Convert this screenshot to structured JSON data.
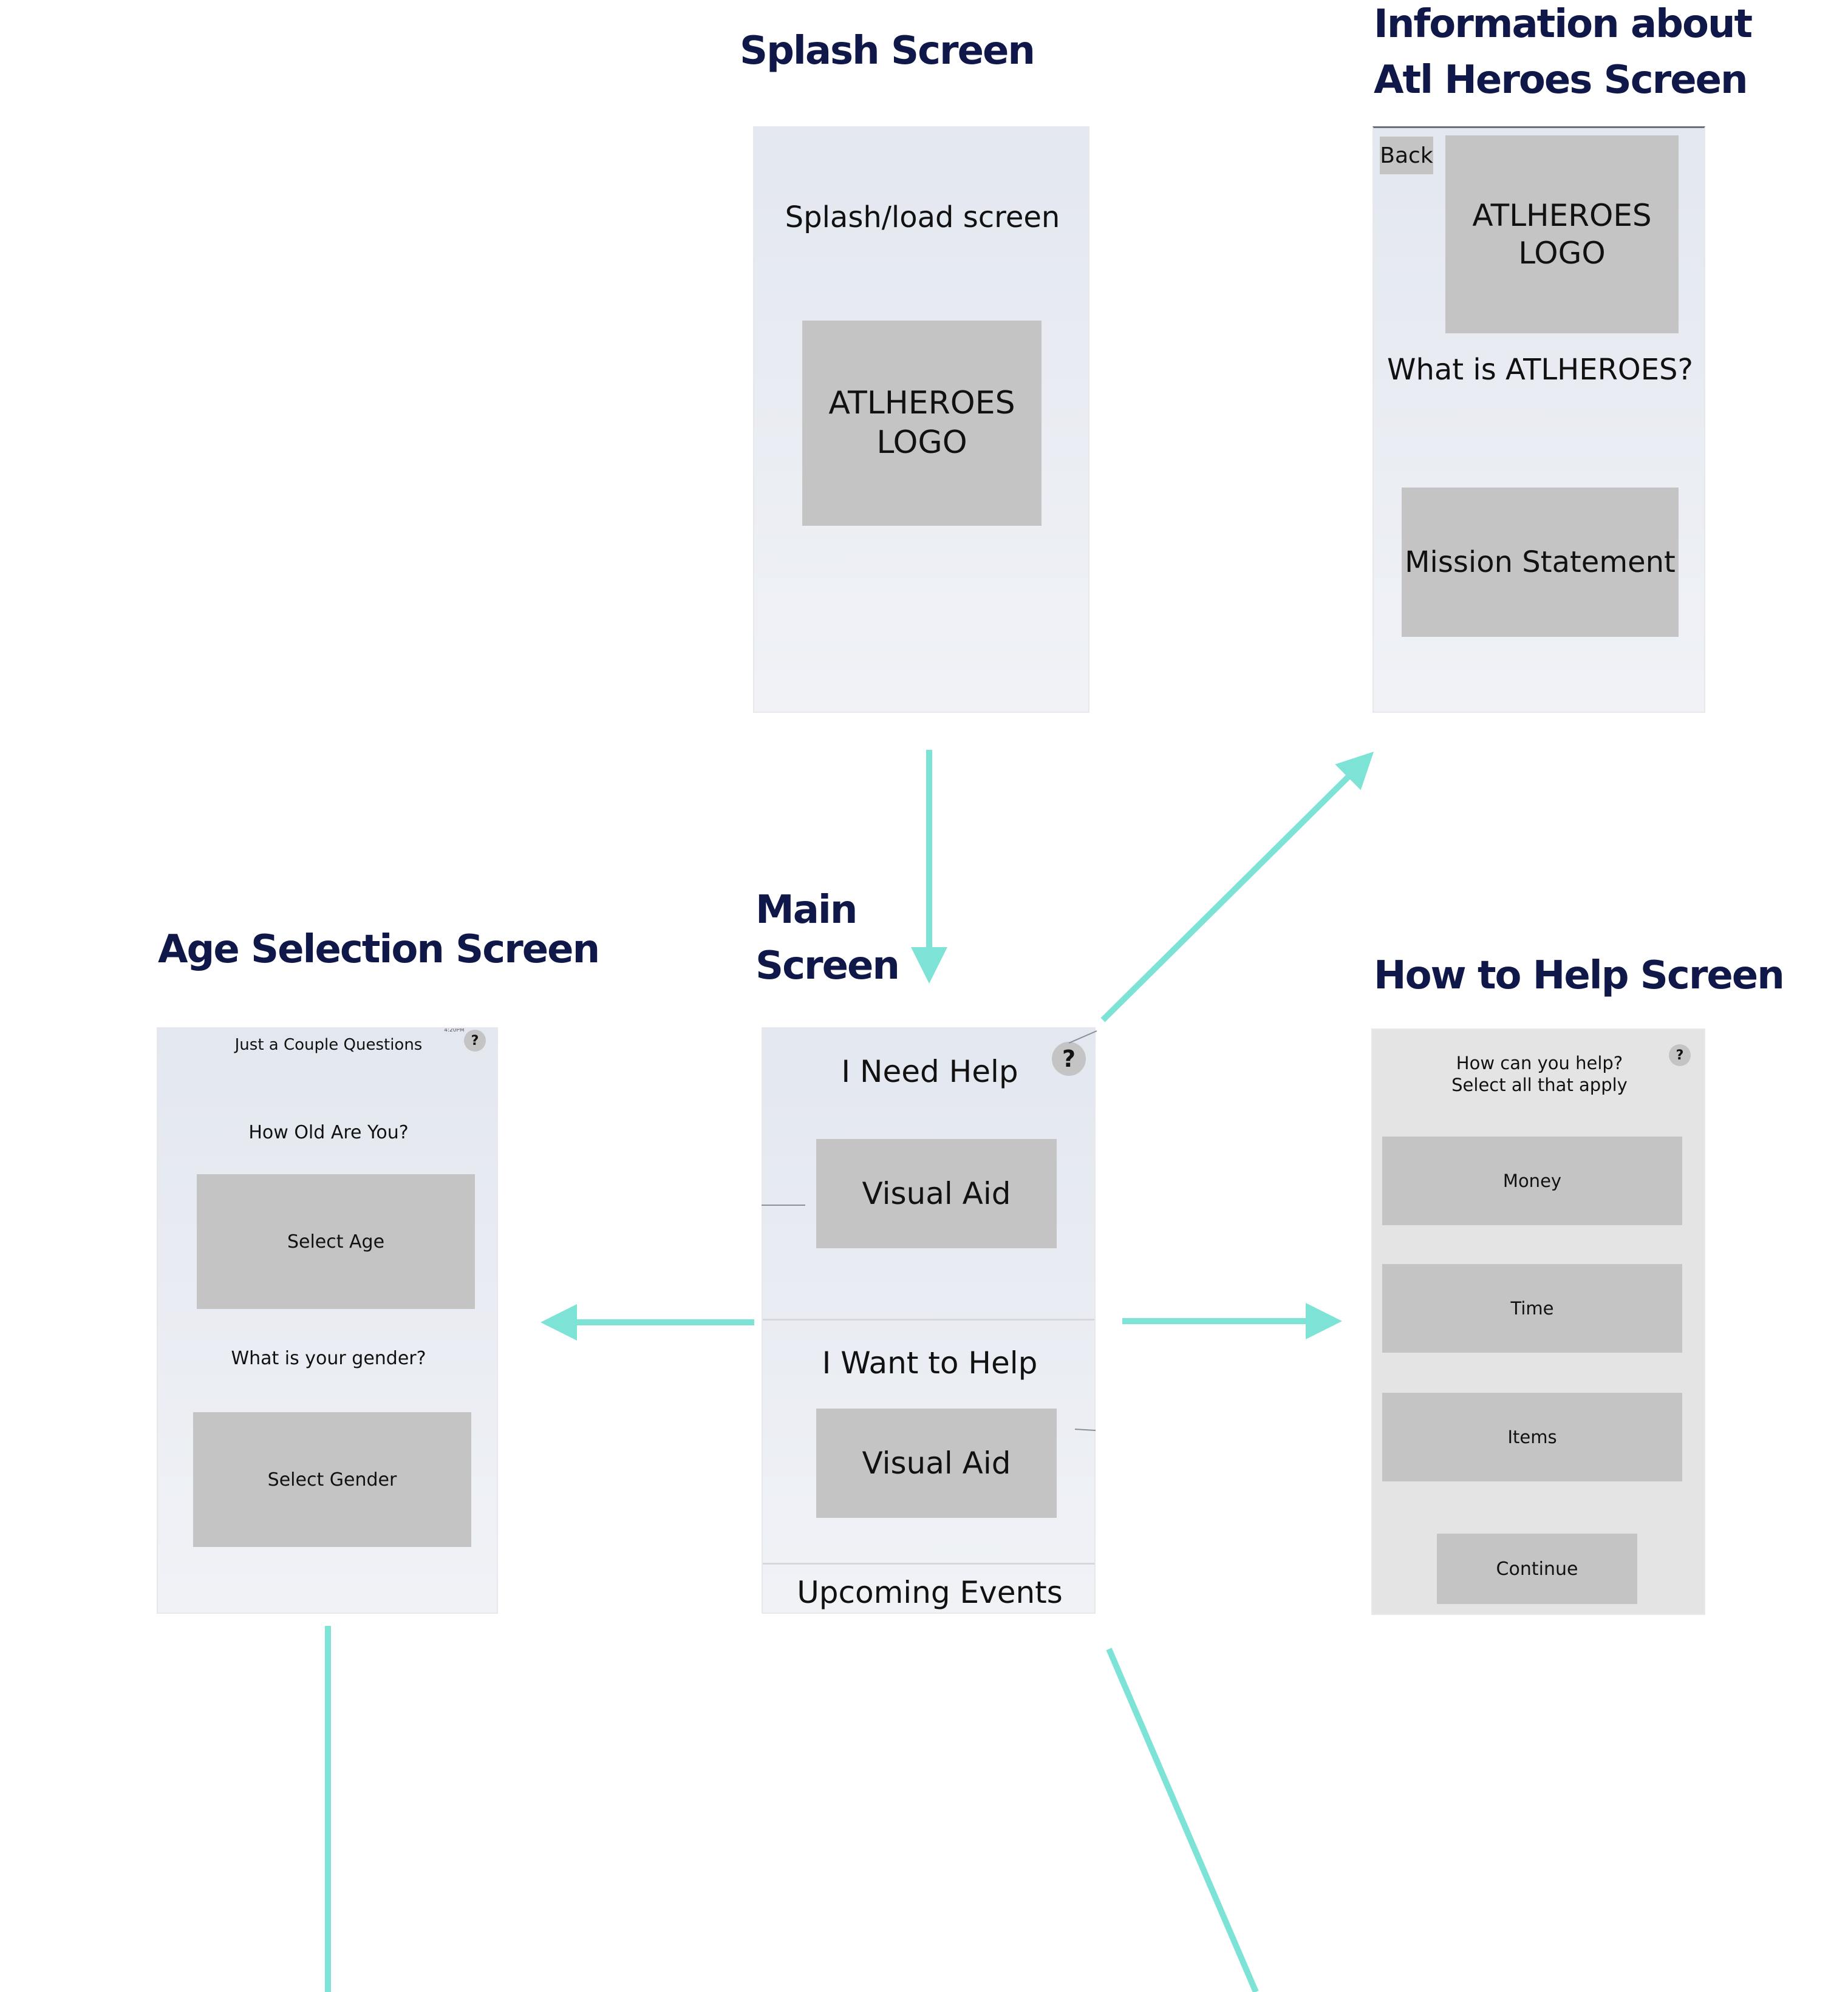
{
  "titles": {
    "splash": "Splash Screen",
    "info_line1": "Information about",
    "info_line2": "Atl Heroes Screen",
    "main_line1": "Main",
    "main_line2": "Screen",
    "age": "Age Selection Screen",
    "howto": "How to Help Screen"
  },
  "splash": {
    "heading": "Splash/load screen",
    "logo_line1": "ATLHEROES",
    "logo_line2": "LOGO"
  },
  "info": {
    "back": "Back",
    "logo_line1": "ATLHEROES",
    "logo_line2": "LOGO",
    "question": "What is ATLHEROES?",
    "mission": "Mission Statement"
  },
  "main": {
    "need_help": "I Need Help",
    "help_icon": "?",
    "visual_aid_1": "Visual Aid",
    "want_help": "I Want to Help",
    "visual_aid_2": "Visual Aid",
    "events": "Upcoming Events"
  },
  "age": {
    "header": "Just a Couple Questions",
    "help_icon": "?",
    "time_label": "4:20PM",
    "age_question": "How Old Are You?",
    "select_age": "Select Age",
    "gender_question": "What is your gender?",
    "select_gender": "Select Gender"
  },
  "howto": {
    "header_line1": "How can you help?",
    "header_line2": "Select all that apply",
    "help_icon": "?",
    "money": "Money",
    "time": "Time",
    "items": "Items",
    "continue": "Continue"
  },
  "colors": {
    "title": "#0f1848",
    "arrow": "#7de3d6",
    "box": "#c4c4c4"
  }
}
